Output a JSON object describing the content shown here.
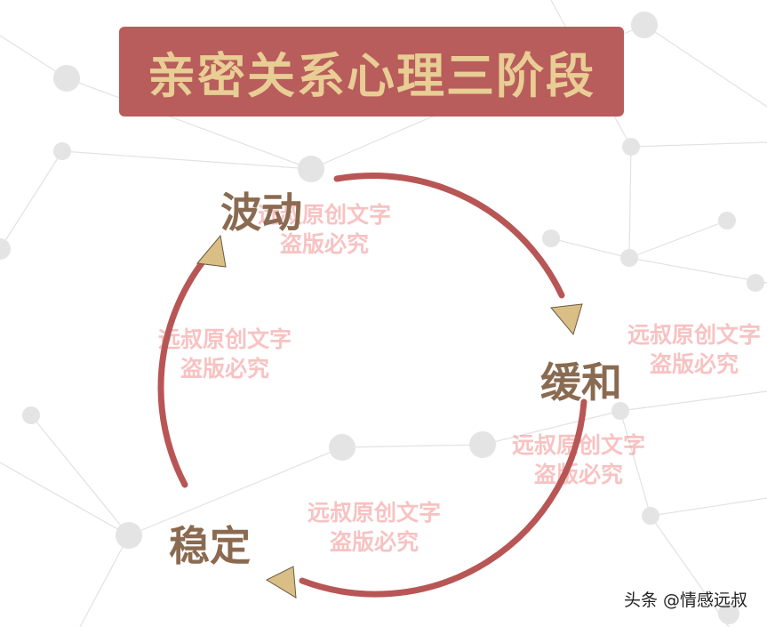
{
  "title": "亲密关系心理三阶段",
  "stages": [
    "波动",
    "缓和",
    "稳定"
  ],
  "watermark": {
    "line1": "远叔原创文字",
    "line2": "盗版必究"
  },
  "credit": "头条 @情感远叔",
  "colors": {
    "title_bg": "#b85c5c",
    "title_text": "#e8cd94",
    "cycle_arrow": "#b85656",
    "arrowhead": "#d9bf85",
    "stage_text": "#8a6a50"
  }
}
